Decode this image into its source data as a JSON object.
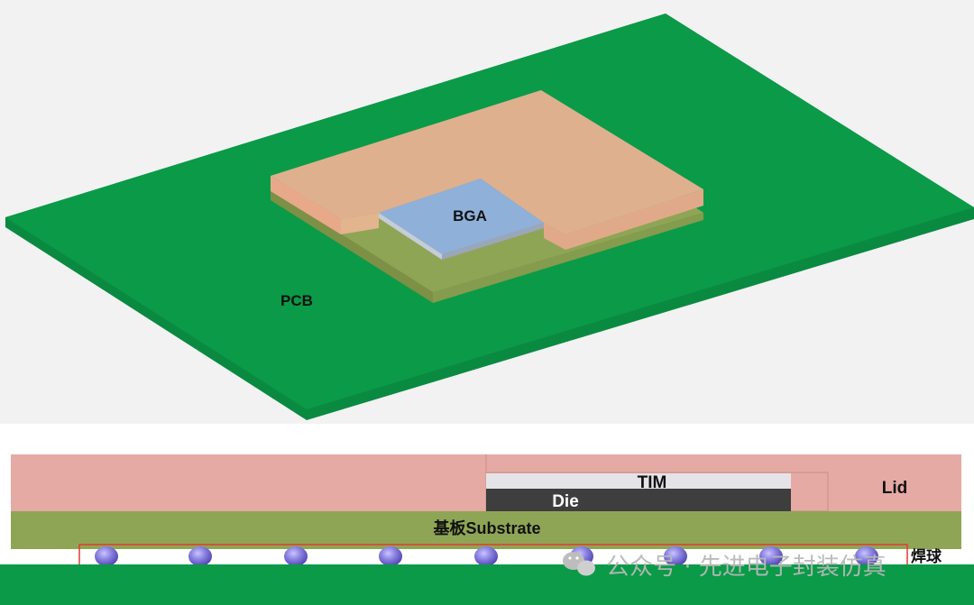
{
  "iso_view": {
    "package_label": "BGA",
    "board_label": "PCB"
  },
  "cross_section": {
    "tim_label": "TIM",
    "die_label": "Die",
    "lid_label": "Lid",
    "substrate_label": "基板Substrate",
    "solder_ball_label": "焊球"
  },
  "watermark": {
    "text": "公众号 · 先进电子封装仿真",
    "icon": "wechat-icon"
  },
  "colors": {
    "pcb": "#0b9a48",
    "lid": "#e6aaa4",
    "lid_top": "#dfb08e",
    "substrate": "#8fa556",
    "die": "#3e3e3e",
    "tim": "#e4e4e8",
    "bga_top": "#8fb0d9",
    "solder_ball": "#8a82e0",
    "highlight_box": "#e23b30"
  }
}
